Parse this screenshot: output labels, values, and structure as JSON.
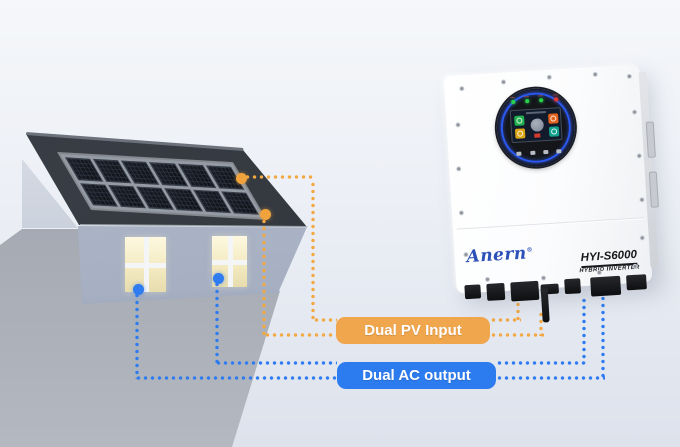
{
  "annotations": {
    "pv_label": "Dual PV Input",
    "ac_label": "Dual AC output"
  },
  "inverter": {
    "brand": "Anern",
    "registered_mark": "®",
    "model": "HYI-S6000",
    "product_type": "HYBRID INVERTER",
    "led_colors": [
      "#27d24c",
      "#27d24c",
      "#27d24c",
      "#e8382e"
    ],
    "screen_icons": {
      "solar-icon": "#1fae4e",
      "grid-icon": "#e2611c",
      "battery-icon": "#d9a414",
      "load-icon": "#12a18c",
      "inverter-status-icon": "#8d96a4"
    }
  },
  "colors": {
    "pv_accent": "#F0A64D",
    "ac_accent": "#2D7CEF",
    "pv_line": "#F2A843",
    "ac_line": "#2E7CF0",
    "brand_blue": "#2B50B8",
    "roof": "#33373E",
    "wall": "#A6B0C2",
    "window_glow": "#F4EBC2"
  }
}
